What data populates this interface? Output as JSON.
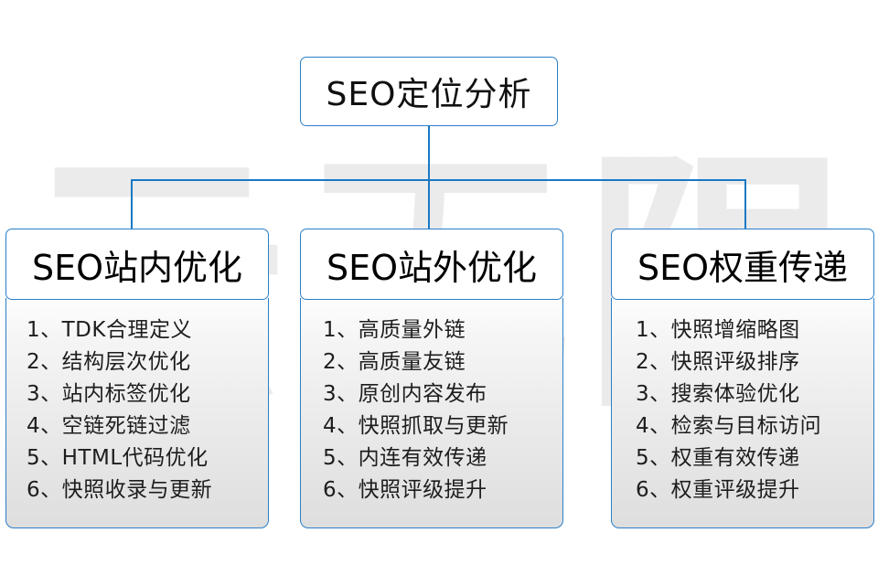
{
  "diagram": {
    "root": {
      "label": "SEO定位分析"
    },
    "watermark": {
      "text": "云无限"
    },
    "colors": {
      "border": "#2a7fc9",
      "connector": "#1a79c4",
      "text": "#101010",
      "panel_top": "#fdfdfd",
      "panel_bottom": "#dedede",
      "watermark": "#e9e9e9"
    },
    "columns": [
      {
        "title": "SEO站内优化",
        "items": [
          "1、TDK合理定义",
          "2、结构层次优化",
          "3、站内标签优化",
          "4、空链死链过滤",
          "5、HTML代码优化",
          "6、快照收录与更新"
        ]
      },
      {
        "title": "SEO站外优化",
        "items": [
          "1、高质量外链",
          "2、高质量友链",
          "3、原创内容发布",
          "4、快照抓取与更新",
          "5、内连有效传递",
          "6、快照评级提升"
        ]
      },
      {
        "title": "SEO权重传递",
        "items": [
          "1、快照增缩略图",
          "2、快照评级排序",
          "3、搜索体验优化",
          "4、检索与目标访问",
          "5、权重有效传递",
          "6、权重评级提升"
        ]
      }
    ]
  }
}
